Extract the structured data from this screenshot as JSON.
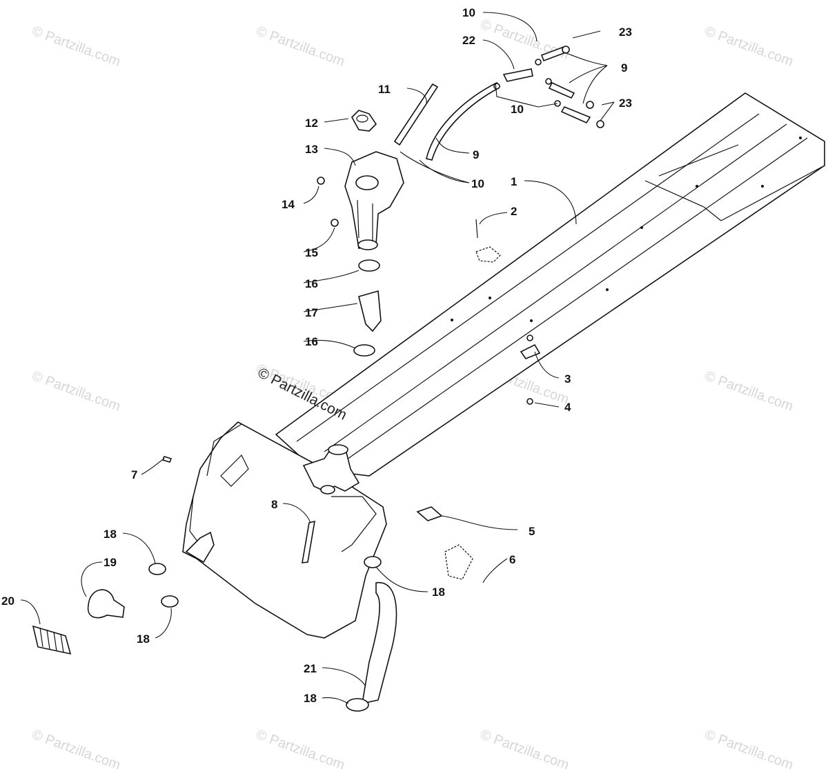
{
  "watermarks": [
    "© Partzilla.com",
    "© Partzilla.com",
    "© Partzilla.com",
    "© Partzilla.com",
    "© Partzilla.com",
    "© Partzilla.com",
    "© Partzilla.com",
    "© Partzilla.com",
    "© Partzilla.com",
    "© Partzilla.com",
    "© Partzilla.com",
    "© Partzilla.com"
  ],
  "center_watermark": "© Partzilla.com",
  "callouts": [
    "10",
    "22",
    "23",
    "9",
    "10",
    "23",
    "11",
    "12",
    "9",
    "13",
    "10",
    "14",
    "1",
    "2",
    "15",
    "16",
    "17",
    "16",
    "3",
    "4",
    "7",
    "8",
    "5",
    "18",
    "6",
    "19",
    "18",
    "20",
    "18",
    "21",
    "18"
  ]
}
